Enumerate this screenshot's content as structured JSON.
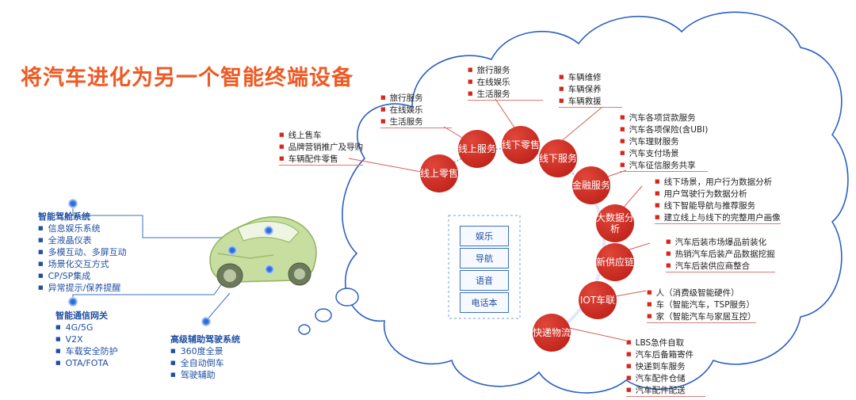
{
  "title": "将汽车进化为另一个智能终端设备",
  "left": {
    "cockpit": {
      "title": "智能驾舱系统",
      "items": [
        "信息娱乐系统",
        "全液晶仪表",
        "多模互动、多屏互动",
        "场景化交互方式",
        "CP/SP集成",
        "异常提示/保养提醒"
      ]
    },
    "network": {
      "title": "智能通信网关",
      "items": [
        "4G/5G",
        "V2X",
        "车载安全防护",
        "OTA/FOTA"
      ]
    },
    "adas": {
      "title": "高级辅助驾驶系统",
      "items": [
        "360度全景",
        "全自动倒车",
        "驾驶辅助"
      ]
    }
  },
  "center_boxes": [
    "娱乐",
    "导航",
    "语音",
    "电话本"
  ],
  "nodes": {
    "online_retail": "线上零售",
    "online_service": "线上服务",
    "offline_retail": "线下零售",
    "offline_service": "线下服务",
    "finance": "金融服务",
    "big_data": "大数据分析",
    "new_supply": "新供应链",
    "iot": "IOT车联",
    "logistics": "快递物流"
  },
  "lists": {
    "online_retail": [
      "线上售车",
      "品牌营销推广及导购",
      "车辆配件零售"
    ],
    "online_service": [
      "旅行服务",
      "在线娱乐",
      "生活服务"
    ],
    "offline_retail": [
      "旅行服务",
      "在线娱乐",
      "生活服务"
    ],
    "offline_service": [
      "车辆维修",
      "车辆保养",
      "车辆救援"
    ],
    "finance": [
      "汽车各项贷款服务",
      "汽车各项保险(含UBI)",
      "汽车理财服务",
      "汽车支付场景",
      "汽车征信服务共享"
    ],
    "big_data": [
      "线下场景，用户行为数据分析",
      "用户驾驶行为数据分析",
      "线下智能导航与推荐服务",
      "建立线上与线下的完整用户画像"
    ],
    "new_supply": [
      "汽车后装市场爆品前装化",
      "热销汽车后装产品数据挖掘",
      "汽车后装供应商整合"
    ],
    "iot": [
      "人（消费级智能硬件）",
      "车（智能汽车，TSP服务）",
      "家（智能汽车与家居互控）"
    ],
    "logistics": [
      "LBS急件自取",
      "汽车后备箱寄件",
      "快递到车服务",
      "汽车配件仓储",
      "汽车配件配送"
    ]
  },
  "colors": {
    "title": "#ee5a24",
    "node": "#c8231a",
    "cloud_stroke": "#2c5fc4",
    "list_text": "#1f4fa3"
  }
}
